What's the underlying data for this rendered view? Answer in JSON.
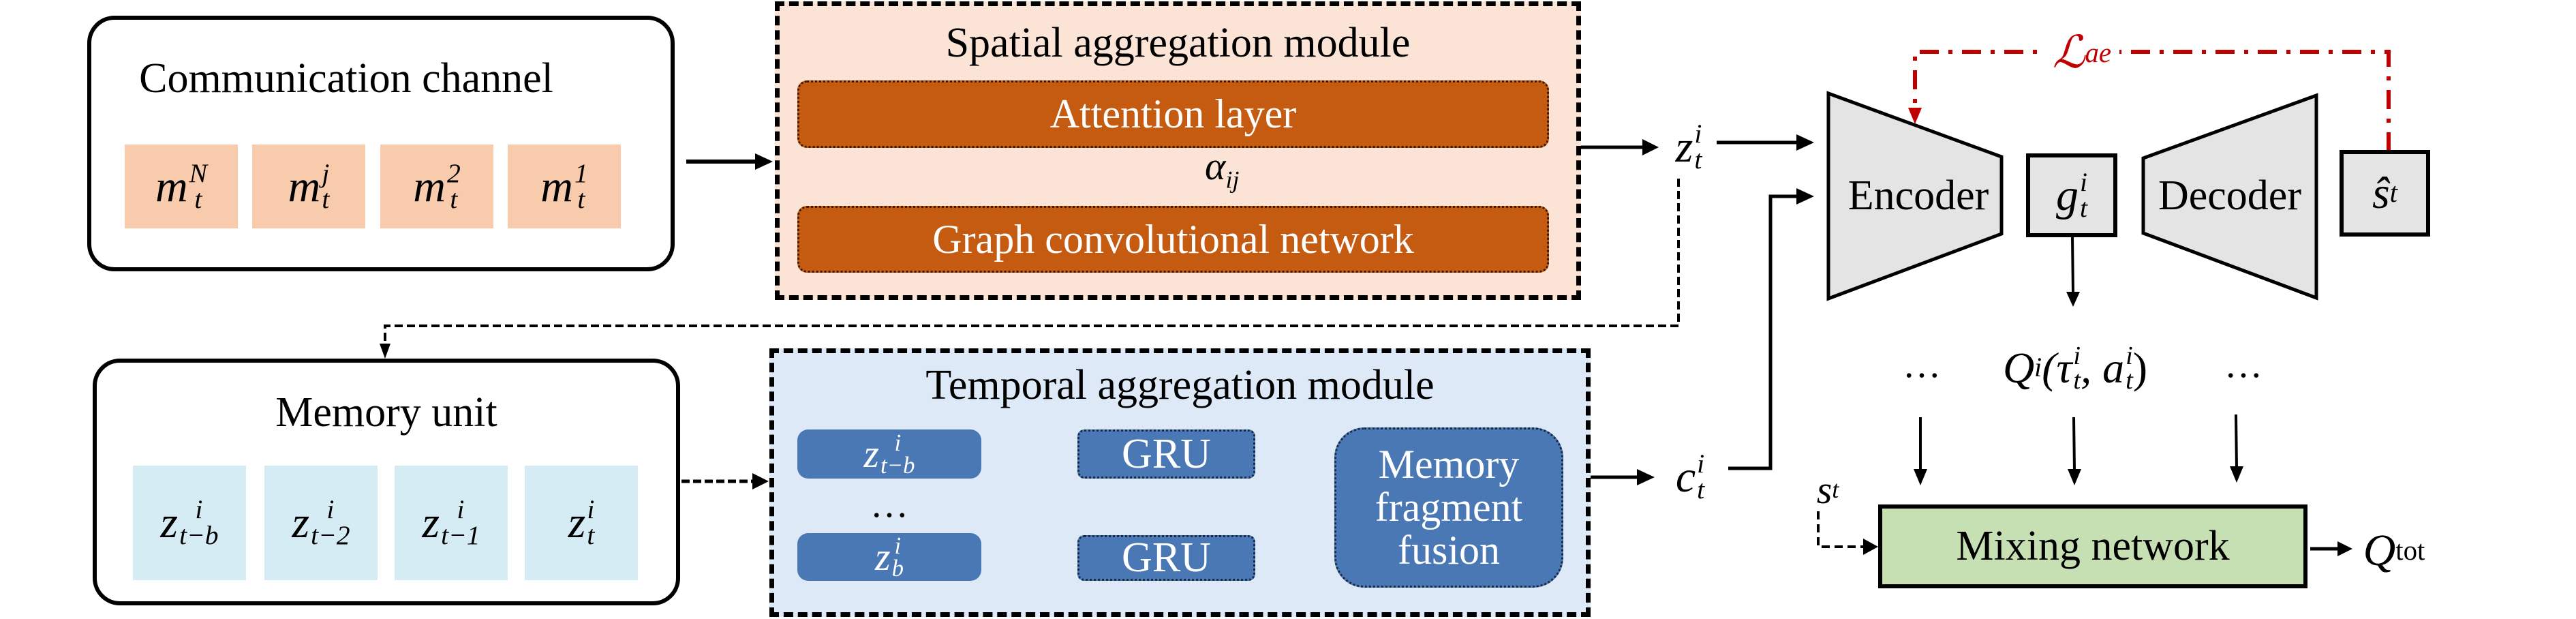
{
  "diagram": {
    "communication_channel": {
      "title": "Communication channel",
      "messages": [
        {
          "base": "m",
          "sup": "N",
          "sub": "t"
        },
        {
          "base": "m",
          "sup": "j",
          "sub": "t"
        },
        {
          "base": "m",
          "sup": "2",
          "sub": "t"
        },
        {
          "base": "m",
          "sup": "1",
          "sub": "t"
        }
      ],
      "fill_color": "#f8cbad"
    },
    "spatial_module": {
      "title": "Spatial aggregation module",
      "attention_layer": "Attention layer",
      "edge_label": {
        "base": "α",
        "sub": "ij"
      },
      "gcn": "Graph convolutional network",
      "output": {
        "base": "z",
        "sup": "i",
        "sub": "t"
      },
      "bg_color": "#fbe4d6",
      "block_color": "#c55a11"
    },
    "memory_unit": {
      "title": "Memory unit",
      "entries": [
        {
          "base": "z",
          "sup": "i",
          "sub": "t−b"
        },
        {
          "base": "z",
          "sup": "i",
          "sub": "t−2"
        },
        {
          "base": "z",
          "sup": "i",
          "sub": "t−1"
        },
        {
          "base": "z",
          "sup": "i",
          "sub": "t"
        }
      ],
      "fill_color": "#d5ecf4"
    },
    "temporal_module": {
      "title": "Temporal aggregation module",
      "inputs": [
        {
          "base": "z",
          "sup": "i",
          "sub": "t−b"
        },
        {
          "base": "z",
          "sup": "i",
          "sub": "b"
        }
      ],
      "ellipsis": "…",
      "gru_label": "GRU",
      "fusion_lines": [
        "Memory",
        "fragment",
        "fusion"
      ],
      "output": {
        "base": "c",
        "sup": "i",
        "sub": "t"
      },
      "bg_color": "#dde9f6",
      "block_color": "#4a78b4"
    },
    "autoencoder": {
      "encoder": "Encoder",
      "decoder": "Decoder",
      "latent": {
        "base": "g",
        "sup": "i",
        "sub": "t"
      },
      "reconstruction": {
        "base": "ŝ",
        "sup": "t"
      },
      "loss": {
        "base": "ℒ",
        "sub": "ae"
      },
      "loss_color": "#c00000",
      "fill_color": "#e4e4e4"
    },
    "mixing": {
      "q_label": {
        "base": "Q",
        "sup": "i",
        "args": "(τ",
        "args_sup": "i",
        "args_sub": "t",
        "args2": ", a",
        "args2_sup": "i",
        "args2_sub": "t",
        "close": ")"
      },
      "ellipsis_left": "…",
      "ellipsis_right": "…",
      "state": {
        "base": "s",
        "sup": "t"
      },
      "network": "Mixing network",
      "output": {
        "base": "Q",
        "sub": "tot"
      },
      "fill_color": "#c6e0b4"
    }
  }
}
